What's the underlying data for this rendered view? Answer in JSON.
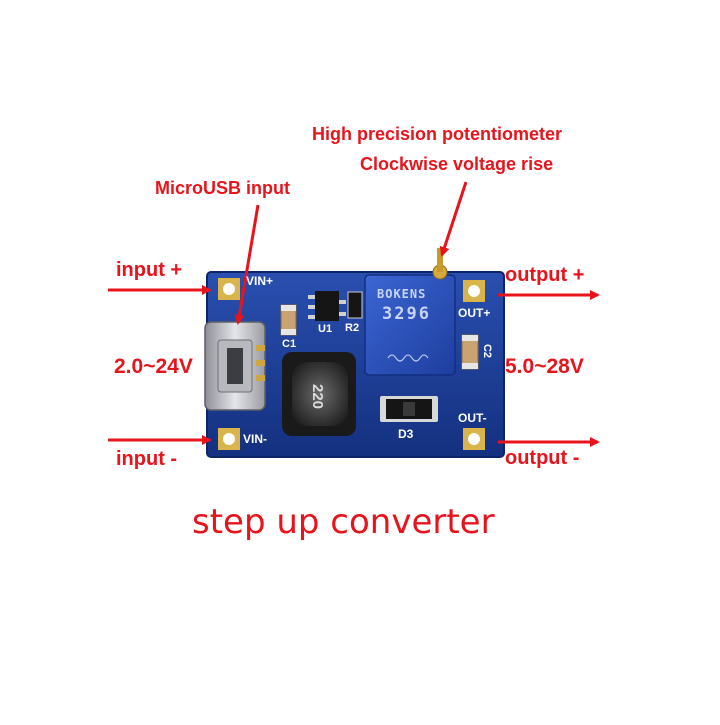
{
  "annotations": {
    "potentiometer_line1": "High precision potentiometer",
    "potentiometer_line2": "Clockwise voltage rise",
    "microusb": "MicroUSB input",
    "input_plus": "input +",
    "input_minus": "input -",
    "input_range": "2.0~24V",
    "output_plus": "output +",
    "output_minus": "output -",
    "output_range": "5.0~28V"
  },
  "board": {
    "vin_plus": "VIN+",
    "vin_minus": "VIN-",
    "out_plus": "OUT+",
    "out_minus": "OUT-",
    "u1": "U1",
    "r2": "R2",
    "c1": "C1",
    "c2": "C2",
    "d3": "D3",
    "inductor": "220",
    "pot_brand": "BOKENS",
    "pot_model": "3296"
  },
  "caption": "step up converter",
  "colors": {
    "annotation": "#e8141c",
    "pcb": "#1d3d9c",
    "potentiometer": "#2a4fb8",
    "background": "#ffffff"
  }
}
